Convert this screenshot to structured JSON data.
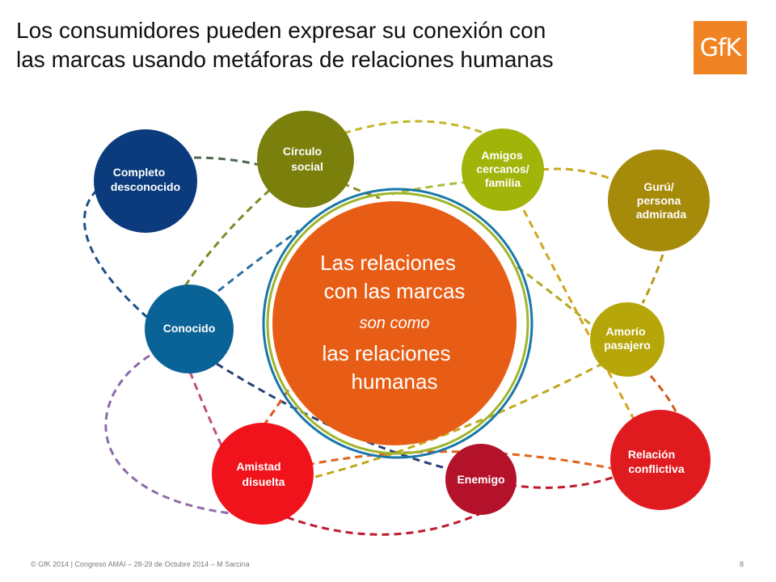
{
  "title": {
    "line1": "Los consumidores pueden expresar su conexión con",
    "line2": "las marcas usando metáforas de relaciones humanas"
  },
  "logo": {
    "text": "GfK",
    "color": "#f08424"
  },
  "center": {
    "line1": "Las relaciones",
    "line2": "con las marcas",
    "line3": "son como",
    "line4": "las relaciones",
    "line5": "humanas",
    "color": "#e85d15"
  },
  "nodes": {
    "completo": {
      "line1": "Completo",
      "line2": "desconocido",
      "color": "#0b3b7c"
    },
    "circulo": {
      "line1": "Círculo",
      "line2": "social",
      "color": "#7b7f0c"
    },
    "amigos": {
      "line1": "Amigos",
      "line2": "cercanos/",
      "line3": "familia",
      "color": "#a1b40a"
    },
    "guru": {
      "line1": "Gurú/",
      "line2": "persona",
      "line3": "admirada",
      "color": "#a68a09"
    },
    "conocido": {
      "line1": "Conocido",
      "color": "#0a6396"
    },
    "amorio": {
      "line1": "Amorío",
      "line2": "pasajero",
      "color": "#b7a60a"
    },
    "amistad": {
      "line1": "Amistad",
      "line2": "disuelta",
      "color": "#f0131c"
    },
    "enemigo": {
      "line1": "Enemigo",
      "color": "#b3122a"
    },
    "relacion": {
      "line1": "Relación",
      "line2": "conflictiva",
      "color": "#e01b1f"
    }
  },
  "footer": {
    "text": "© GfK 2014 | Congreso AMAI – 28-29 de Octubre 2014 – M Sarcina",
    "page": "8"
  }
}
